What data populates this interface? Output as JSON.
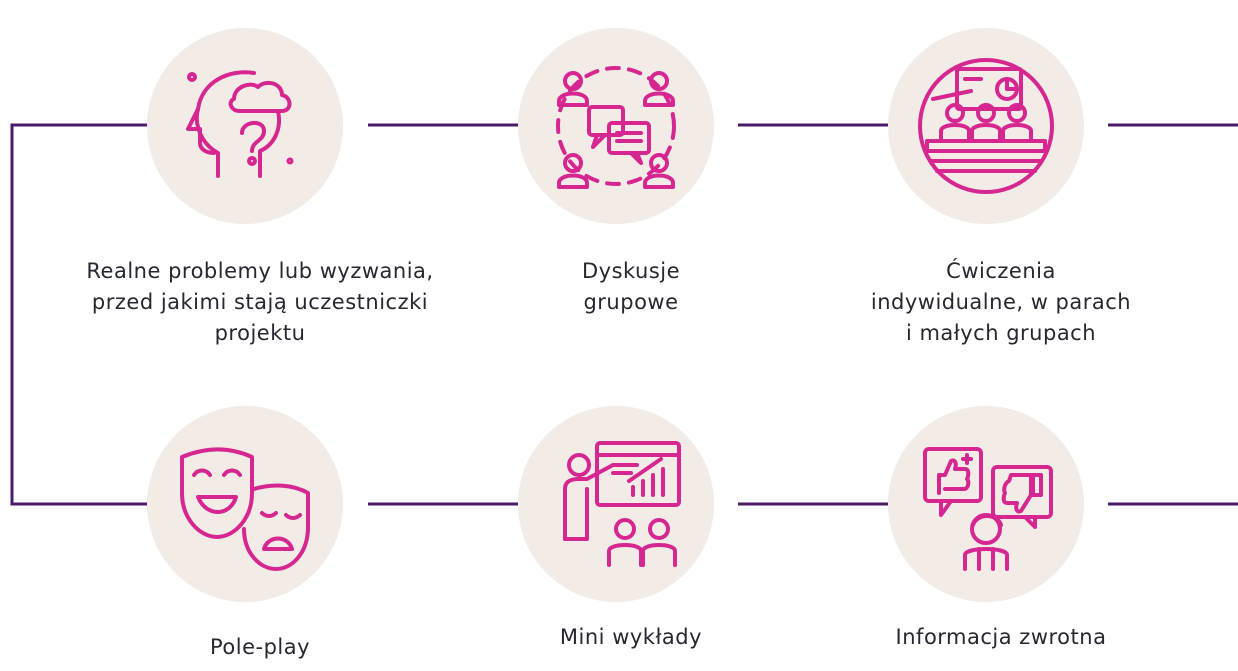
{
  "items": [
    {
      "label": "Realne problemy lub wyzwania,\nprzed jakimi stają uczestniczki\nprojektu",
      "icon": "head-question-brain-icon"
    },
    {
      "label": "Dyskusje\ngrupowe",
      "icon": "group-discussion-icon"
    },
    {
      "label": "Ćwiczenia\nindywidualne, w parach\ni małych grupach",
      "icon": "presentation-group-icon"
    },
    {
      "label": "Pole-play",
      "icon": "theater-masks-icon"
    },
    {
      "label": "Mini wykłady",
      "icon": "lecture-board-icon"
    },
    {
      "label": "Informacja zwrotna",
      "icon": "feedback-thumbs-icon"
    }
  ],
  "colors": {
    "accent": "#d6268f",
    "line": "#4b1b6b",
    "circle": "#f2ebe6",
    "text": "#2a2530"
  }
}
